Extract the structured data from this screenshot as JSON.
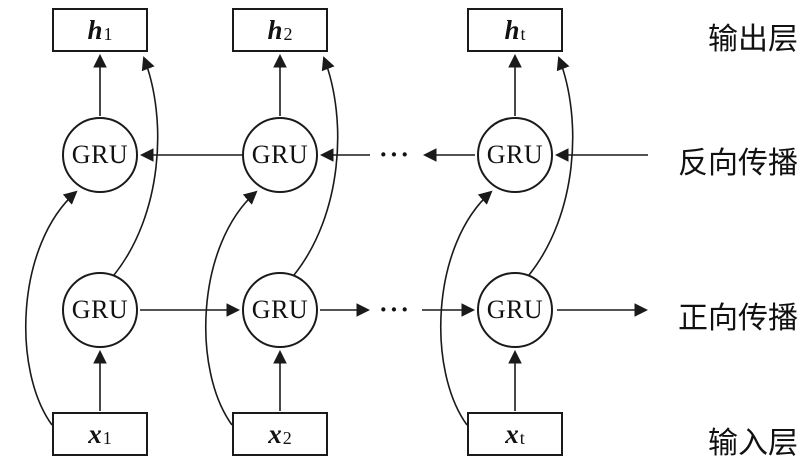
{
  "diagram": {
    "gru_label": "GRU",
    "ellipsis": "···",
    "columns": [
      {
        "output_var": "h",
        "output_sub": "1",
        "input_var": "x",
        "input_sub": "1"
      },
      {
        "output_var": "h",
        "output_sub": "2",
        "input_var": "x",
        "input_sub": "2"
      },
      {
        "output_var": "h",
        "output_sub": "t",
        "input_var": "x",
        "input_sub": "t"
      }
    ],
    "side_labels": {
      "output_layer": "输出层",
      "backward_prop": "反向传播",
      "forward_prop": "正向传播",
      "input_layer": "输入层"
    },
    "colors": {
      "stroke": "#1a1a1a",
      "background": "#ffffff"
    }
  }
}
